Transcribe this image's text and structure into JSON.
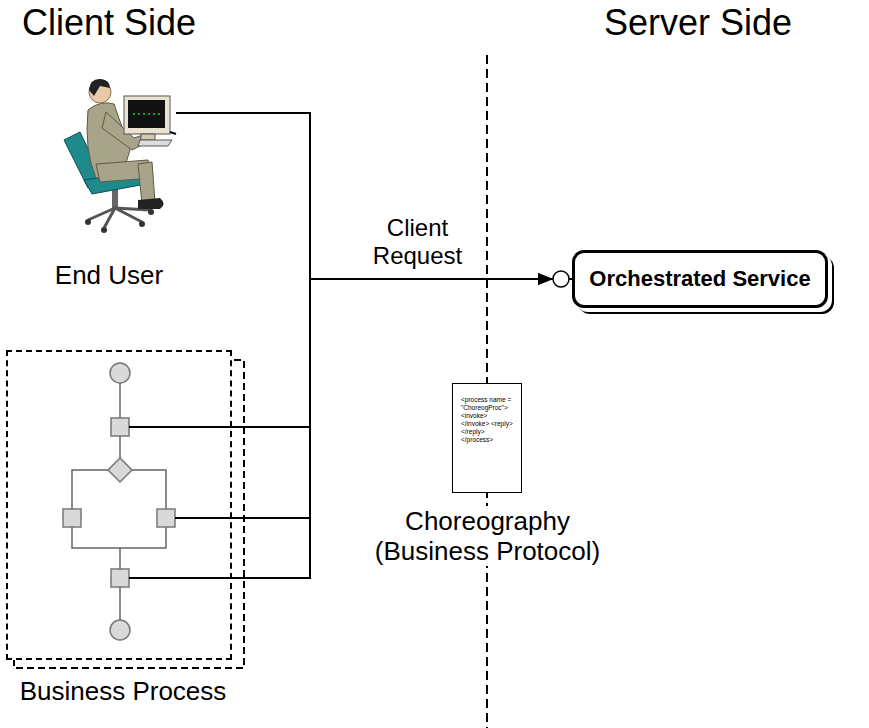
{
  "diagram": {
    "nodes": [
      {
        "text": [
          "End User"
        ]
      },
      {
        "text": [
          "Orchestrated Service"
        ]
      },
      {
        "text": [
          "Business Process"
        ]
      },
      {
        "text": [
          "<process name = \"ChoreogProc\"> <invoke> </invoke> <reply> </reply> </process>",
          "Choreography (Business Protocol)"
        ]
      }
    ],
    "edges": [
      {
        "from": 0,
        "to": 1,
        "label": "Client Request",
        "arrow": "to"
      },
      {
        "from": 2,
        "to": 1,
        "arrow": "to"
      }
    ],
    "labels": [
      "Client Side",
      "Server Side"
    ]
  }
}
